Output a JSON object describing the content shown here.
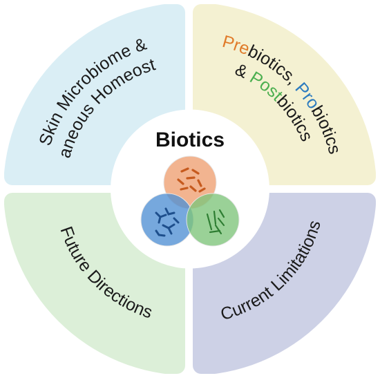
{
  "center": {
    "title": "Biotics"
  },
  "quadrants": {
    "top_left": {
      "line1": "Skin Microbiome &",
      "line2": "Cutaneous Homeostasis",
      "color": "#daeef5"
    },
    "top_right": {
      "line1_parts": [
        {
          "text": "Pre",
          "color": "#e07b2a"
        },
        {
          "text": "biotics, ",
          "color": "#1a1a1a"
        },
        {
          "text": "Pro",
          "color": "#2c7bbf"
        },
        {
          "text": "biotics",
          "color": "#1a1a1a"
        }
      ],
      "line2_parts": [
        {
          "text": "& ",
          "color": "#1a1a1a"
        },
        {
          "text": "Post",
          "color": "#4caf50"
        },
        {
          "text": "biotics",
          "color": "#1a1a1a"
        }
      ],
      "color": "#f4f1d2"
    },
    "bottom_left": {
      "label": "Future Directions",
      "color": "#dcefd8"
    },
    "bottom_right": {
      "label": "Current Limitations",
      "color": "#cdd1e6"
    }
  },
  "venn": {
    "top_color": "#f0a77d",
    "left_color": "#4f8fd4",
    "right_color": "#7dc47a",
    "top_icon": "rod-bacteria-icon",
    "left_icon": "branched-bacteria-icon",
    "right_icon": "slender-rod-bacteria-icon"
  }
}
